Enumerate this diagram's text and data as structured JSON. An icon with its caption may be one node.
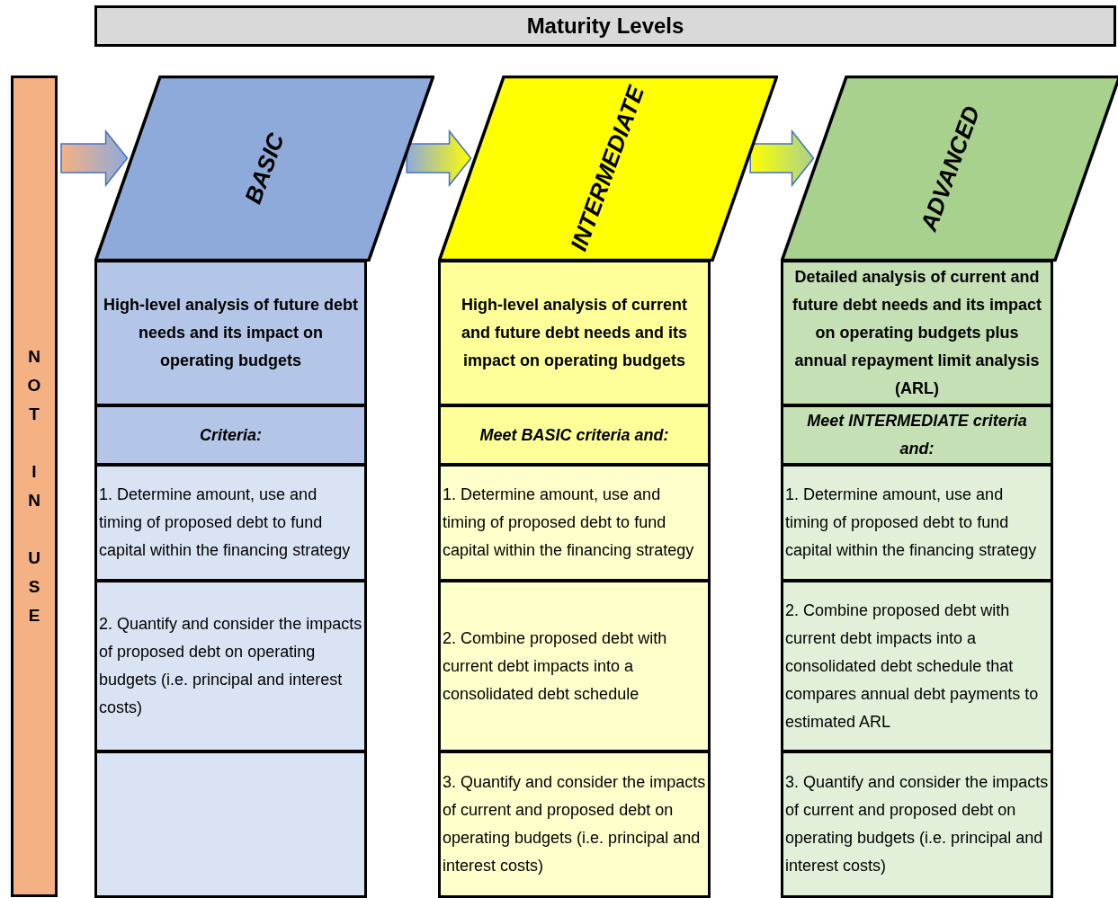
{
  "diagram": {
    "nodes": [
      {
        "text": [
          "Maturity Levels"
        ]
      },
      {
        "text": [
          "NOT IN USE"
        ]
      },
      {
        "text": [
          "BASIC"
        ]
      },
      {
        "text": [
          "High-level analysis of future debt needs and its impact on operating budgets"
        ]
      },
      {
        "text": [
          "Criteria:"
        ]
      },
      {
        "text": [
          "1. Determine amount, use and timing of proposed debt to fund capital within the financing strategy"
        ]
      },
      {
        "text": [
          "2. Quantify and consider the impacts of proposed debt on operating budgets (i.e. principal and interest costs)"
        ]
      },
      {
        "text": [],
        "shape": "box"
      },
      {
        "text": [
          "INTERMEDIATE"
        ]
      },
      {
        "text": [
          "High-level analysis of current and future debt needs and its impact on operating budgets"
        ]
      },
      {
        "text": [
          "Meet BASIC criteria and:"
        ]
      },
      {
        "text": [
          "1. Determine amount, use and timing of proposed debt to fund capital within the financing strategy"
        ]
      },
      {
        "text": [
          "2. Combine proposed debt with current debt impacts into a consolidated debt schedule"
        ]
      },
      {
        "text": [
          "3. Quantify and consider the impacts of current and proposed debt on operating budgets (i.e. principal and interest costs)"
        ]
      },
      {
        "text": [
          "ADVANCED"
        ]
      },
      {
        "text": [
          "Detailed analysis of current and future debt needs and its impact on operating budgets plus annual repayment limit analysis (ARL)"
        ]
      },
      {
        "text": [
          "Meet INTERMEDIATE criteria and:"
        ]
      },
      {
        "text": [
          "1. Determine amount, use and timing of proposed debt to fund capital within the financing strategy"
        ]
      },
      {
        "text": [
          "2. Combine proposed debt with current debt impacts into a consolidated debt schedule that compares annual debt payments to estimated ARL"
        ]
      },
      {
        "text": [
          "3. Quantify and consider the impacts of current and proposed debt on operating budgets (i.e. principal and interest costs)"
        ]
      }
    ],
    "edges": [
      {
        "from": 1,
        "to": 2,
        "arrow": "to"
      },
      {
        "from": 2,
        "to": 8,
        "arrow": "to"
      },
      {
        "from": 8,
        "to": 14,
        "arrow": "to"
      }
    ]
  }
}
